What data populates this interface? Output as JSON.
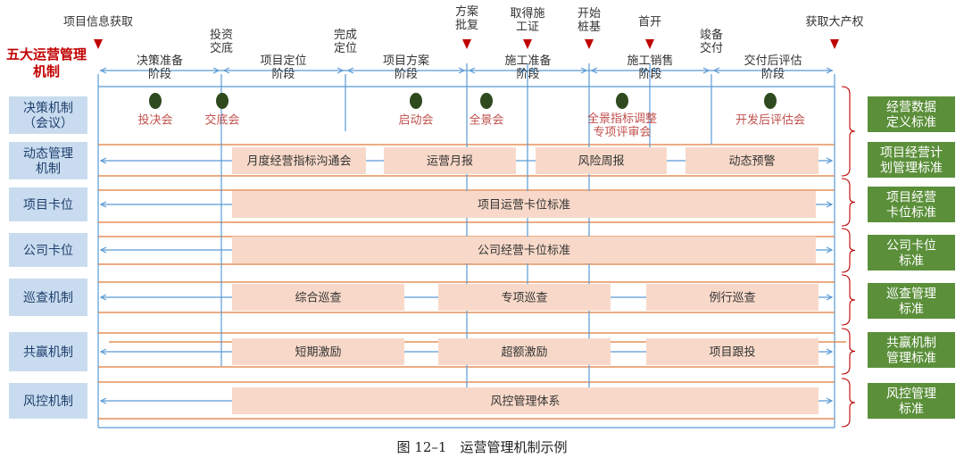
{
  "title": "五大运营管理机制",
  "caption": "图 12–1　运营管理机制示例",
  "milestones": [
    {
      "lines": [
        "项目信息获取"
      ]
    },
    {
      "lines": [
        "投资",
        "交底"
      ]
    },
    {
      "lines": [
        "完成",
        "定位"
      ]
    },
    {
      "lines": [
        "方案",
        "批复"
      ]
    },
    {
      "lines": [
        "取得施",
        "工证"
      ]
    },
    {
      "lines": [
        "开始",
        "桩基"
      ]
    },
    {
      "lines": [
        "首开"
      ]
    },
    {
      "lines": [
        "竣备",
        "交付"
      ]
    },
    {
      "lines": [
        "获取大产权"
      ]
    }
  ],
  "phases": [
    {
      "lines": [
        "决策准备",
        "阶段"
      ]
    },
    {
      "lines": [
        "项目定位",
        "阶段"
      ]
    },
    {
      "lines": [
        "项目方案",
        "阶段"
      ]
    },
    {
      "lines": [
        "施工准备",
        "阶段"
      ]
    },
    {
      "lines": [
        "施工销售",
        "阶段"
      ]
    },
    {
      "lines": [
        "交付后评估",
        "阶段"
      ]
    }
  ],
  "mechanisms": [
    {
      "lines": [
        "决策机制",
        "（会议）"
      ]
    },
    {
      "lines": [
        "动态管理",
        "机制"
      ]
    },
    {
      "lines": [
        "项目卡位"
      ]
    },
    {
      "lines": [
        "公司卡位"
      ]
    },
    {
      "lines": [
        "巡查机制"
      ]
    },
    {
      "lines": [
        "共赢机制"
      ]
    },
    {
      "lines": [
        "风控机制"
      ]
    }
  ],
  "meetings": [
    {
      "lines": [
        "投决会"
      ]
    },
    {
      "lines": [
        "交底会"
      ]
    },
    {
      "lines": [
        "启动会"
      ]
    },
    {
      "lines": [
        "全景会"
      ]
    },
    {
      "lines": [
        "全景指标调整",
        "专项评审会"
      ]
    },
    {
      "lines": [
        "开发后评估会"
      ]
    }
  ],
  "boxes": [
    {
      "row": 1,
      "text": "月度经营指标沟通会"
    },
    {
      "row": 1,
      "text": "运营月报"
    },
    {
      "row": 1,
      "text": "风险周报"
    },
    {
      "row": 1,
      "text": "动态预警"
    },
    {
      "row": 2,
      "text": "项目运营卡位标准"
    },
    {
      "row": 3,
      "text": "公司经营卡位标准"
    },
    {
      "row": 4,
      "text": "综合巡查"
    },
    {
      "row": 4,
      "text": "专项巡查"
    },
    {
      "row": 4,
      "text": "例行巡查"
    },
    {
      "row": 5,
      "text": "短期激励"
    },
    {
      "row": 5,
      "text": "超额激励"
    },
    {
      "row": 5,
      "text": "项目跟投"
    },
    {
      "row": 6,
      "text": "风控管理体系"
    }
  ],
  "standards": [
    {
      "lines": [
        "经营数据",
        "定义标准"
      ]
    },
    {
      "lines": [
        "项目经营计",
        "划管理标准"
      ]
    },
    {
      "lines": [
        "项目经营",
        "卡位标准"
      ]
    },
    {
      "lines": [
        "公司卡位",
        "标准"
      ]
    },
    {
      "lines": [
        "巡查管理",
        "标准"
      ]
    },
    {
      "lines": [
        "共赢机制",
        "管理标准"
      ]
    },
    {
      "lines": [
        "风控管理",
        "标准"
      ]
    }
  ],
  "colors": {
    "blue_line": "#5b9bd5",
    "orange_line": "#e07b39",
    "marker_red": "#c00000",
    "title_red": "#c00000",
    "meeting_text": "#c0504d",
    "dot_green": "#2e4a1e",
    "peach_box": "#f8d9c9",
    "left_box": "#c9dcef",
    "left_text": "#1f3f6e",
    "right_box": "#5b8f3a"
  }
}
